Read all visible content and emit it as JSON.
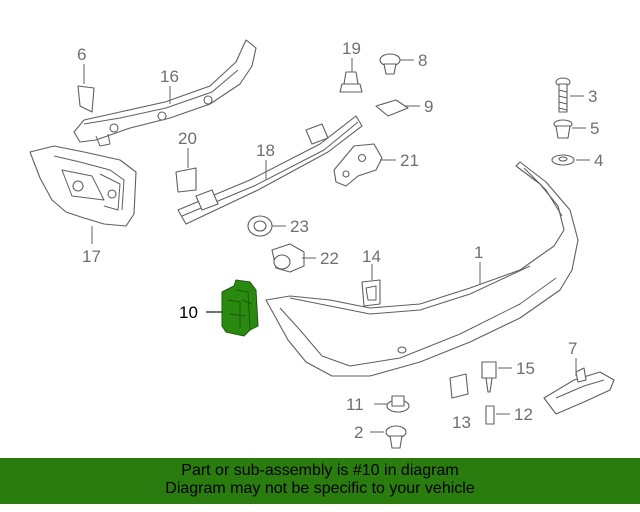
{
  "banner": {
    "line1": "Part or sub-assembly is #10 in diagram",
    "line2": "Diagram may not be specific to your vehicle"
  },
  "highlight_color": "#2a8a10",
  "callouts": {
    "c1": "1",
    "c2": "2",
    "c3": "3",
    "c4": "4",
    "c5": "5",
    "c6": "6",
    "c7": "7",
    "c8": "8",
    "c9": "9",
    "c10": "10",
    "c11": "11",
    "c12": "12",
    "c13": "13",
    "c14": "14",
    "c15": "15",
    "c16": "16",
    "c17": "17",
    "c18": "18",
    "c19": "19",
    "c20": "20",
    "c21": "21",
    "c22": "22",
    "c23": "23"
  }
}
